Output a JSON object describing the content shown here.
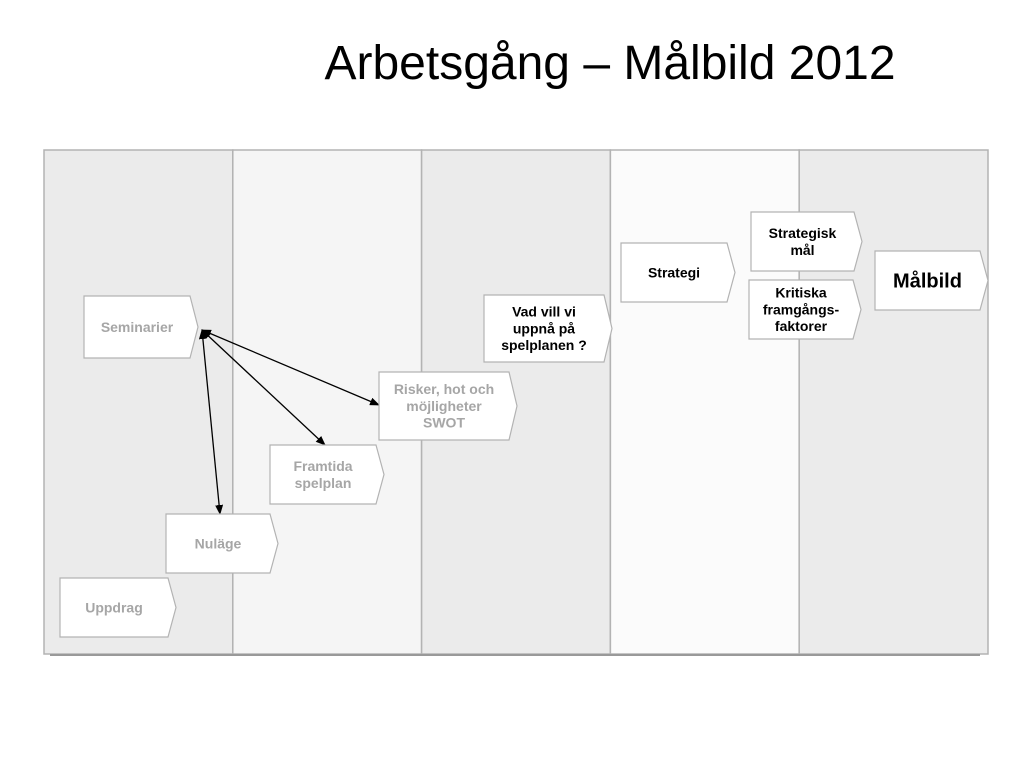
{
  "title": "Arbetsgång – Målbild 2012",
  "colors": {
    "column_dark": "#ebebeb",
    "column_light": "#f5f5f5",
    "column_white": "#fbfbfb",
    "border": "#b3b3b3",
    "text_gray": "#a6a6a6",
    "text_black": "#000000"
  },
  "steps": [
    {
      "id": "uppdrag",
      "label": [
        "Uppdrag"
      ],
      "style": "gray"
    },
    {
      "id": "nulage",
      "label": [
        "Nuläge"
      ],
      "style": "gray"
    },
    {
      "id": "seminarier",
      "label": [
        "Seminarier"
      ],
      "style": "gray"
    },
    {
      "id": "framtida",
      "label": [
        "Framtida",
        "spelplan"
      ],
      "style": "gray"
    },
    {
      "id": "risker",
      "label": [
        "Risker, hot och",
        "möjligheter",
        "SWOT"
      ],
      "style": "gray"
    },
    {
      "id": "vad-vill-vi",
      "label": [
        "Vad vill vi",
        "uppnå på",
        "spelplanen ?"
      ],
      "style": "black"
    },
    {
      "id": "strategi",
      "label": [
        "Strategi"
      ],
      "style": "black"
    },
    {
      "id": "strategisk-mal",
      "label": [
        "Strategisk",
        "mål"
      ],
      "style": "black"
    },
    {
      "id": "kritiska",
      "label": [
        "Kritiska",
        "framgångs-",
        "faktorer"
      ],
      "style": "black"
    },
    {
      "id": "malbild",
      "label": [
        "Målbild"
      ],
      "style": "black-large"
    }
  ],
  "connections": [
    {
      "from": "seminarier",
      "to": "risker"
    },
    {
      "from": "seminarier",
      "to": "framtida"
    },
    {
      "from": "seminarier",
      "to": "nulage"
    }
  ]
}
